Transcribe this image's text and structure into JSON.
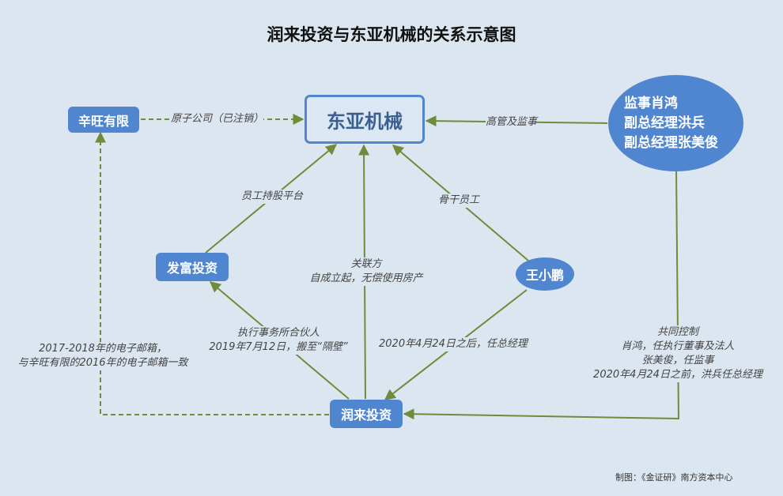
{
  "title": "润来投资与东亚机械的关系示意图",
  "nodes": {
    "dongya": "东亚机械",
    "xinwang": "辛旺有限",
    "fafu": "发富投资",
    "runlai": "润来投资",
    "wangxiaopeng": "王小鹏",
    "executives": [
      "监事肖鸿",
      "副总经理洪兵",
      "副总经理张美俊"
    ]
  },
  "edges": {
    "xinwang_to_dongya": "原子公司（已注销）",
    "executives_to_dongya": "高管及监事",
    "fafu_to_dongya": "员工持股平台",
    "runlai_to_dongya": [
      "关联方",
      "自成立起，无偿使用房产"
    ],
    "wang_to_dongya": "骨干员工",
    "runlai_to_fafu": [
      "执行事务所合伙人",
      "2019年7月12日，搬至“隔壁”"
    ],
    "wang_to_runlai": "2020年4月24日之后，任总经理",
    "runlai_to_xinwang": [
      "2017-2018年的电子邮箱，",
      "与辛旺有限的2016年的电子邮箱一致"
    ],
    "executives_to_runlai": [
      "共同控制",
      "肖鸿，任执行董事及法人",
      "张美俊，任监事",
      "2020年4月24日之前，洪兵任总经理"
    ]
  },
  "colors": {
    "background": "#dce6f1",
    "node_fill": "#4f86cf",
    "arrow": "#6e8c3a"
  },
  "credit": "制图：《金证研》南方资本中心"
}
